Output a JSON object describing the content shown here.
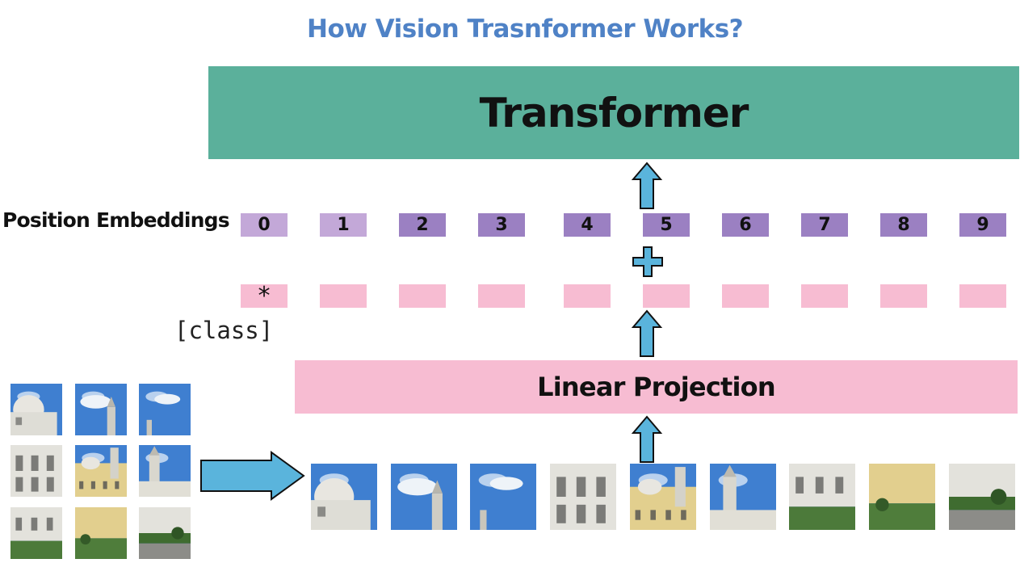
{
  "title": "How Vision Trasnformer Works?",
  "transformer_label": "Transformer",
  "position_embeddings_label": "Position Embeddings",
  "position_indices": [
    "0",
    "1",
    "2",
    "3",
    "4",
    "5",
    "6",
    "7",
    "8",
    "9"
  ],
  "class_token_symbol": "*",
  "class_token_label": "[class]",
  "linear_projection_label": "Linear Projection",
  "colors": {
    "title": "#4f82c6",
    "transformer": "#5bb09b",
    "position_light": "#c3a8d8",
    "position_dark": "#9b80c2",
    "token": "#f7bcd2",
    "arrow": "#5ab4dc"
  },
  "patch_grid": {
    "rows": 3,
    "cols": 3
  },
  "patch_sequence_count": 9
}
